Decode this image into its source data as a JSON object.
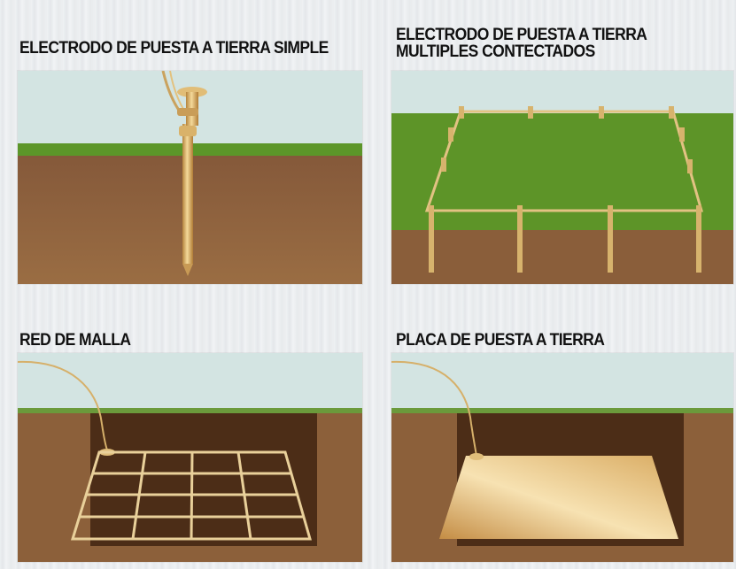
{
  "panels": [
    {
      "title": "ELECTRODO DE PUESTA A TIERRA SIMPLE"
    },
    {
      "title_line1": "ELECTRODO DE PUESTA A TIERRA",
      "title_line2": "MULTIPLES CONTECTADOS"
    },
    {
      "title": "RED DE MALLA"
    },
    {
      "title": "PLACA DE PUESTA A TIERRA"
    }
  ],
  "colors": {
    "sky": "#d4e4e2",
    "grass": "#5a9529",
    "soil": "#8a5f3a",
    "copper": "#d6b06a"
  },
  "icons": [
    "ground-rod-icon",
    "wire-icon",
    "mesh-grid-icon",
    "ground-plate-icon"
  ]
}
